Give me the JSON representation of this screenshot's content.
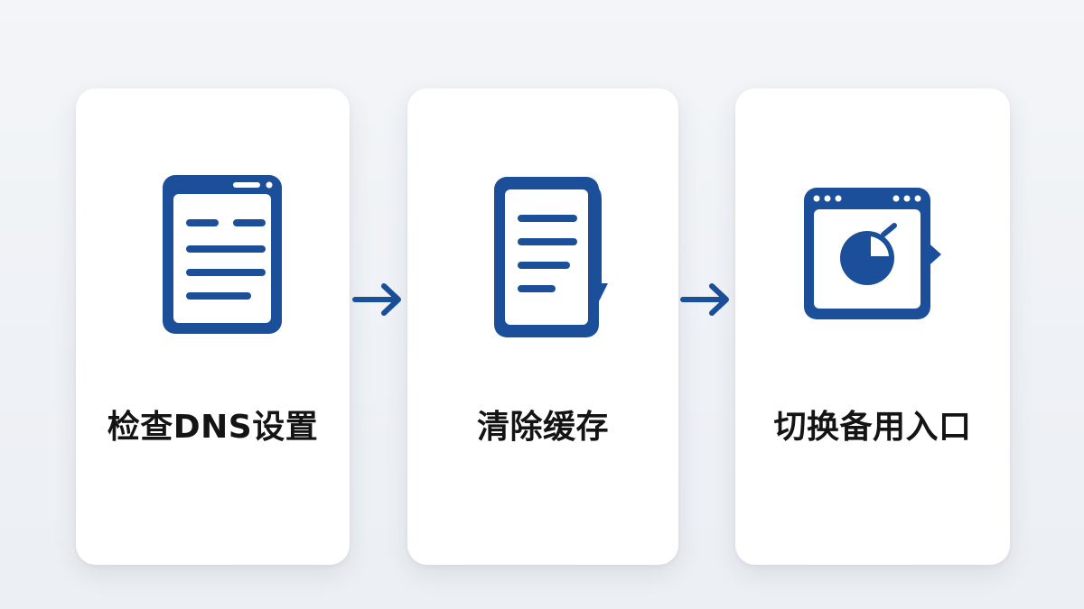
{
  "accent_color": "#1c4f99",
  "steps": [
    {
      "label": "检查DNS设置",
      "icon": "document-icon"
    },
    {
      "label": "清除缓存",
      "icon": "document-download-icon"
    },
    {
      "label": "切换备用入口",
      "icon": "browser-window-icon"
    }
  ],
  "connectors": [
    "arrow-right-icon",
    "arrow-right-icon"
  ]
}
